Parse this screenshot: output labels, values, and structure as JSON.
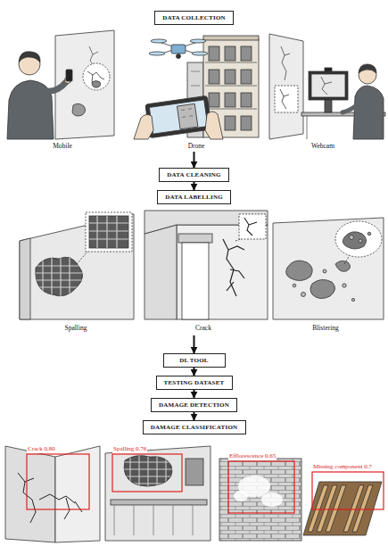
{
  "diagram": {
    "nodes": [
      {
        "text": [
          "DATA COLLECTION"
        ]
      },
      {
        "text": [
          "DATA CLEANING"
        ]
      },
      {
        "text": [
          "DATA LABELLING"
        ]
      },
      {
        "text": [
          "DL TOOL"
        ]
      },
      {
        "text": [
          "TESTING DATASET"
        ]
      },
      {
        "text": [
          "DAMAGE DETECTION"
        ]
      },
      {
        "text": [
          "DAMAGE CLASSIFICATION"
        ]
      }
    ],
    "edges": [
      {
        "from": 0,
        "to": 1,
        "arrow": "to"
      },
      {
        "from": 1,
        "to": 2,
        "arrow": "to"
      },
      {
        "from": 2,
        "to": 3,
        "arrow": "to"
      },
      {
        "from": 3,
        "to": 4,
        "arrow": "to"
      },
      {
        "from": 4,
        "to": 5,
        "arrow": "to"
      },
      {
        "from": 5,
        "to": 6,
        "arrow": "to"
      }
    ],
    "labels": [
      "Mobile",
      "Drone",
      "Webcam",
      "Spalling",
      "Crack",
      "Blistering",
      "Crack 0.80",
      "Spalling 0.76",
      "Efflorescence 0.65",
      "Missing component 0.7"
    ]
  }
}
